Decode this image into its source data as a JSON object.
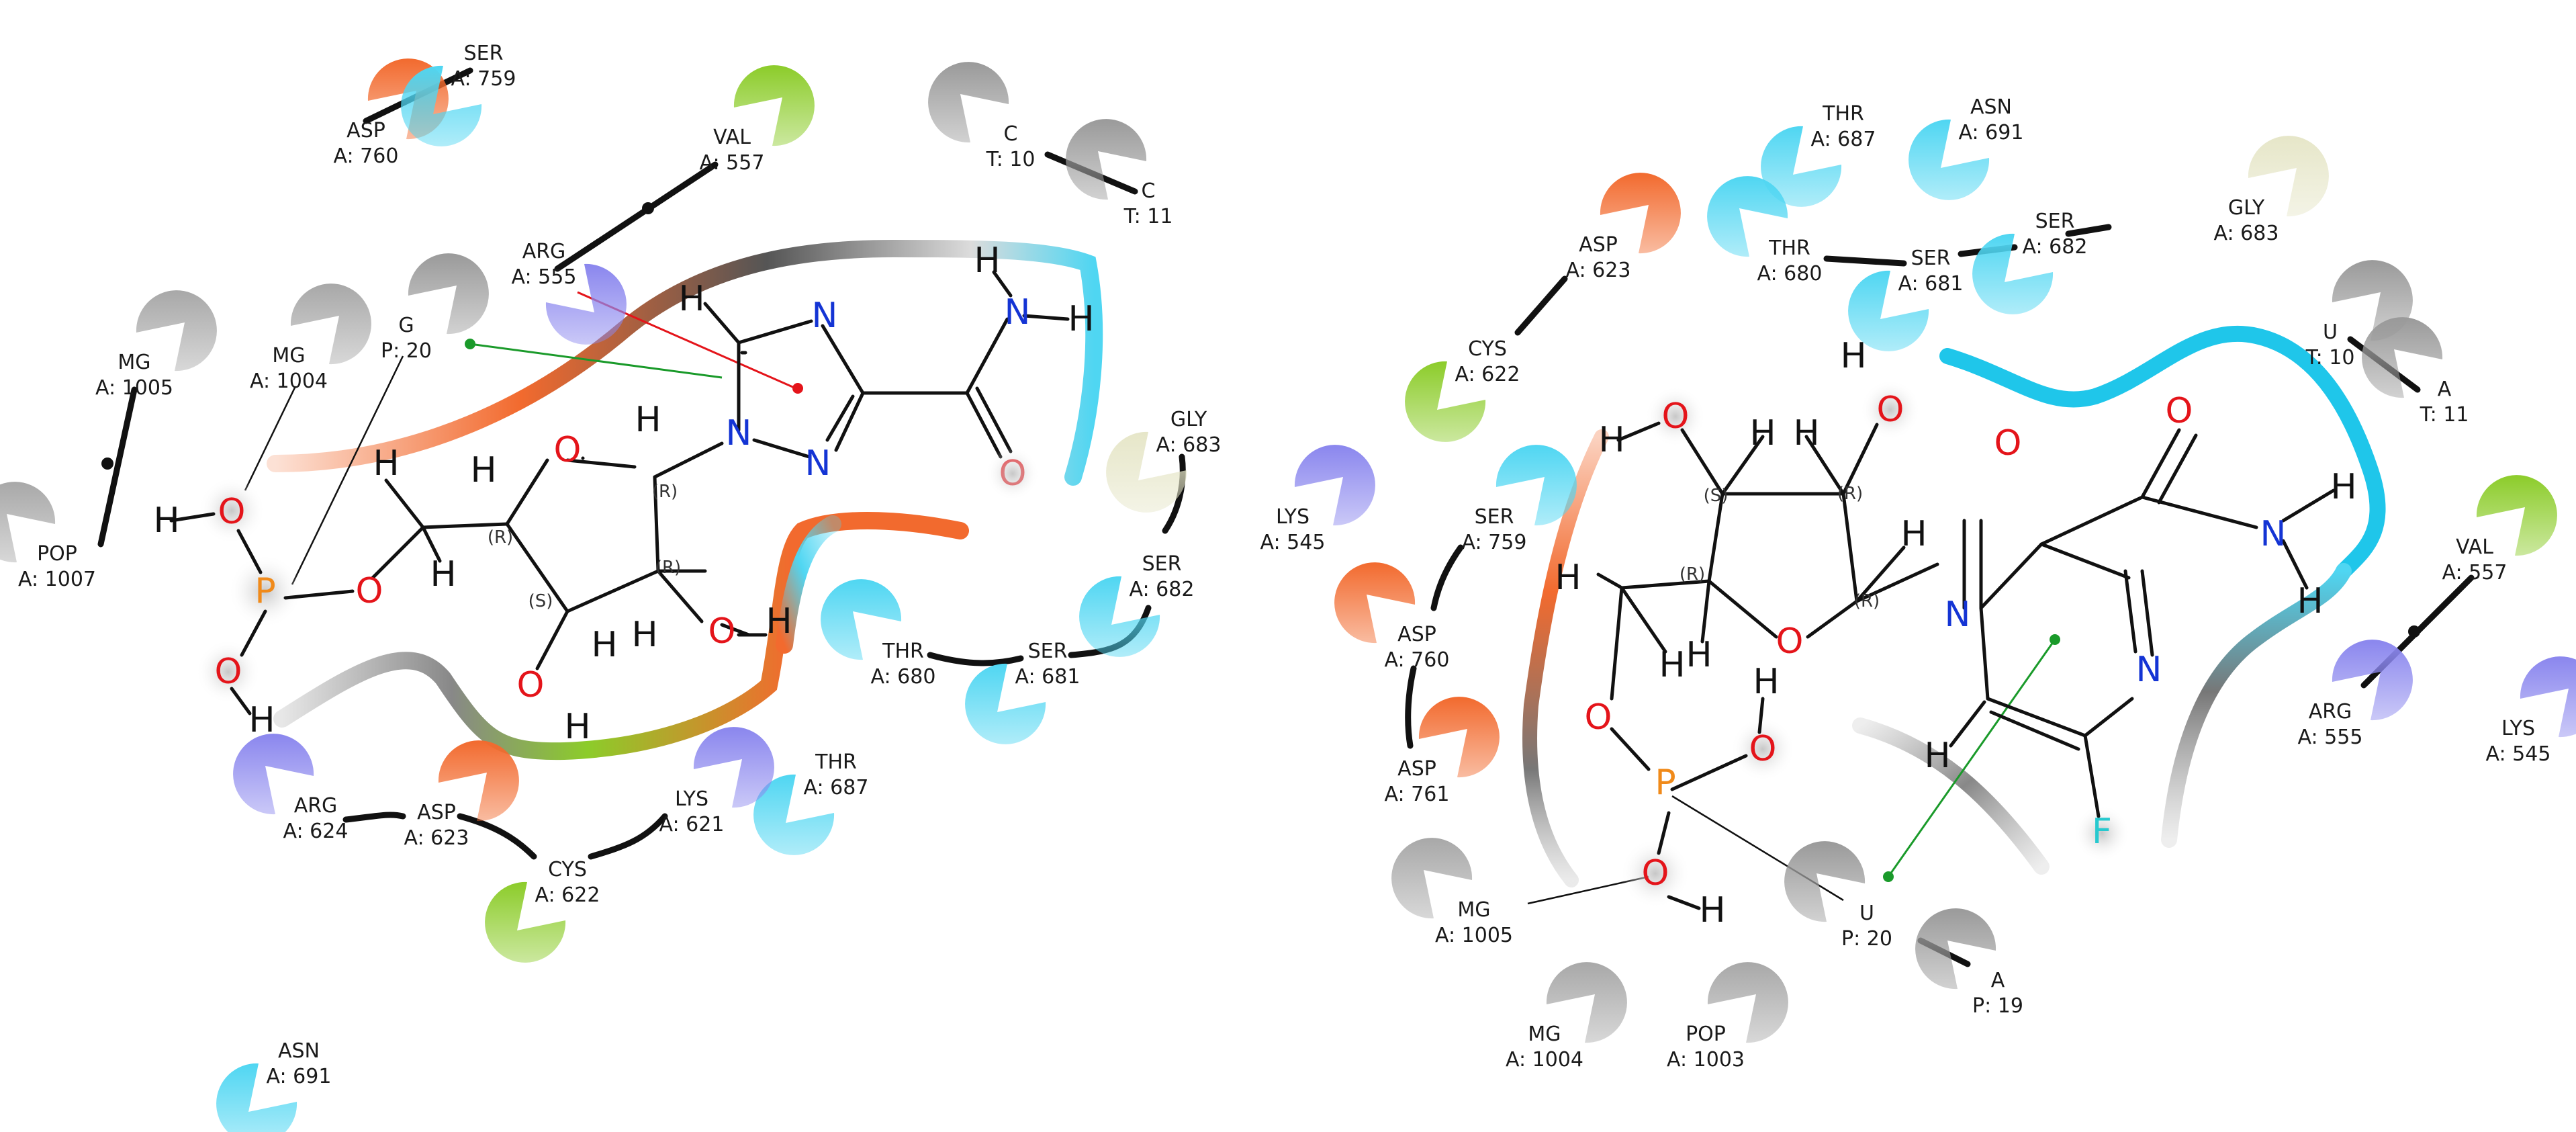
{
  "colors": {
    "polar": "#4fd6f2",
    "acidic": "#f26a2e",
    "basic": "#8a86ee",
    "hydrophobic": "#8ccc2a",
    "glycine": "#e6e6c8",
    "metal": "#a8a8a8",
    "nucleotide": "#9a9a9a",
    "oxygen": "#e4141a",
    "nitrogen": "#1434d4",
    "phosphorus": "#f08a1a",
    "fluorine": "#27c9cf",
    "carbon_text": "#111111"
  },
  "left_panel": {
    "residues": [
      {
        "id": "asp760",
        "line1": "ASP",
        "line2": "A: 760",
        "type": "acidic"
      },
      {
        "id": "ser759",
        "line1": "SER",
        "line2": "A: 759",
        "type": "polar"
      },
      {
        "id": "val557",
        "line1": "VAL",
        "line2": "A: 557",
        "type": "hydrophobic"
      },
      {
        "id": "c10",
        "line1": "C",
        "line2": "T: 10",
        "type": "nucleotide"
      },
      {
        "id": "c11",
        "line1": "C",
        "line2": "T: 11",
        "type": "nucleotide"
      },
      {
        "id": "arg555",
        "line1": "ARG",
        "line2": "A: 555",
        "type": "basic"
      },
      {
        "id": "mg1005",
        "line1": "MG",
        "line2": "A: 1005",
        "type": "metal"
      },
      {
        "id": "mg1004",
        "line1": "MG",
        "line2": "A: 1004",
        "type": "metal"
      },
      {
        "id": "g20",
        "line1": "G",
        "line2": "P: 20",
        "type": "nucleotide"
      },
      {
        "id": "pop1007",
        "line1": "POP",
        "line2": "A: 1007",
        "type": "metal"
      },
      {
        "id": "gly683",
        "line1": "GLY",
        "line2": "A: 683",
        "type": "glycine"
      },
      {
        "id": "lys545",
        "line1": "LYS",
        "line2": "A: 545",
        "type": "basic"
      },
      {
        "id": "ser682",
        "line1": "SER",
        "line2": "A: 682",
        "type": "polar"
      },
      {
        "id": "thr680",
        "line1": "THR",
        "line2": "A: 680",
        "type": "polar"
      },
      {
        "id": "ser681",
        "line1": "SER",
        "line2": "A: 681",
        "type": "polar"
      },
      {
        "id": "thr687",
        "line1": "THR",
        "line2": "A: 687",
        "type": "polar"
      },
      {
        "id": "arg624",
        "line1": "ARG",
        "line2": "A: 624",
        "type": "basic"
      },
      {
        "id": "asp623",
        "line1": "ASP",
        "line2": "A: 623",
        "type": "acidic"
      },
      {
        "id": "cys622",
        "line1": "CYS",
        "line2": "A: 622",
        "type": "hydrophobic"
      },
      {
        "id": "lys621",
        "line1": "LYS",
        "line2": "A: 621",
        "type": "basic"
      },
      {
        "id": "asn691",
        "line1": "ASN",
        "line2": "A: 691",
        "type": "polar"
      }
    ]
  },
  "right_panel": {
    "residues": [
      {
        "id": "thr687",
        "line1": "THR",
        "line2": "A: 687",
        "type": "polar"
      },
      {
        "id": "asn691",
        "line1": "ASN",
        "line2": "A: 691",
        "type": "polar"
      },
      {
        "id": "asp623",
        "line1": "ASP",
        "line2": "A: 623",
        "type": "acidic"
      },
      {
        "id": "thr680",
        "line1": "THR",
        "line2": "A: 680",
        "type": "polar"
      },
      {
        "id": "ser681",
        "line1": "SER",
        "line2": "A: 681",
        "type": "polar"
      },
      {
        "id": "ser682",
        "line1": "SER",
        "line2": "A: 682",
        "type": "polar"
      },
      {
        "id": "gly683",
        "line1": "GLY",
        "line2": "A: 683",
        "type": "glycine"
      },
      {
        "id": "cys622",
        "line1": "CYS",
        "line2": "A: 622",
        "type": "hydrophobic"
      },
      {
        "id": "u10",
        "line1": "U",
        "line2": "T: 10",
        "type": "nucleotide"
      },
      {
        "id": "a11",
        "line1": "A",
        "line2": "T: 11",
        "type": "nucleotide"
      },
      {
        "id": "ser759",
        "line1": "SER",
        "line2": "A: 759",
        "type": "polar"
      },
      {
        "id": "val557",
        "line1": "VAL",
        "line2": "A: 557",
        "type": "hydrophobic"
      },
      {
        "id": "asp760",
        "line1": "ASP",
        "line2": "A: 760",
        "type": "acidic"
      },
      {
        "id": "arg555",
        "line1": "ARG",
        "line2": "A: 555",
        "type": "basic"
      },
      {
        "id": "lys545",
        "line1": "LYS",
        "line2": "A: 545",
        "type": "basic"
      },
      {
        "id": "asp761",
        "line1": "ASP",
        "line2": "A: 761",
        "type": "acidic"
      },
      {
        "id": "mg1005",
        "line1": "MG",
        "line2": "A: 1005",
        "type": "metal"
      },
      {
        "id": "u20",
        "line1": "U",
        "line2": "P: 20",
        "type": "nucleotide"
      },
      {
        "id": "a19",
        "line1": "A",
        "line2": "P: 19",
        "type": "nucleotide"
      },
      {
        "id": "mg1004",
        "line1": "MG",
        "line2": "A: 1004",
        "type": "metal"
      },
      {
        "id": "pop1003",
        "line1": "POP",
        "line2": "A: 1003",
        "type": "metal"
      }
    ]
  },
  "left_molecule": {
    "atoms": {
      "n_ring1": "N",
      "n_ring2": "N",
      "n_ring3": "N",
      "n_amide": "N",
      "o_amide": "O",
      "o_ring": "O",
      "o_2": "O",
      "o_3": "O",
      "o_5": "O",
      "o_p1": "O",
      "o_p2": "O",
      "p": "P",
      "h1": "H",
      "h2": "H",
      "h3": "H",
      "h4": "H",
      "h5": "H",
      "h6": "H",
      "h7": "H",
      "h8": "H",
      "h9": "H",
      "h10": "H",
      "h11": "H",
      "h12": "H"
    },
    "stereo": {
      "s1": "(R)",
      "s2": "(R)",
      "s3": "(S)",
      "s4": "(R)"
    }
  },
  "right_molecule": {
    "atoms": {
      "n_ring1": "N",
      "n_ring2": "N",
      "n_amide": "N",
      "o_keto": "O",
      "o_amide": "O",
      "o_ring": "O",
      "o_2": "O",
      "o_3": "O",
      "o_5": "O",
      "o_p1": "O",
      "o_p2": "O",
      "p": "P",
      "f": "F",
      "h1": "H",
      "h2": "H",
      "h3": "H",
      "h4": "H",
      "h5": "H",
      "h6": "H",
      "h7": "H",
      "h8": "H",
      "h9": "H",
      "h10": "H",
      "h11": "H",
      "h12": "H"
    },
    "stereo": {
      "s1": "(S)",
      "s2": "(R)",
      "s3": "(R)",
      "s4": "(R)"
    }
  }
}
